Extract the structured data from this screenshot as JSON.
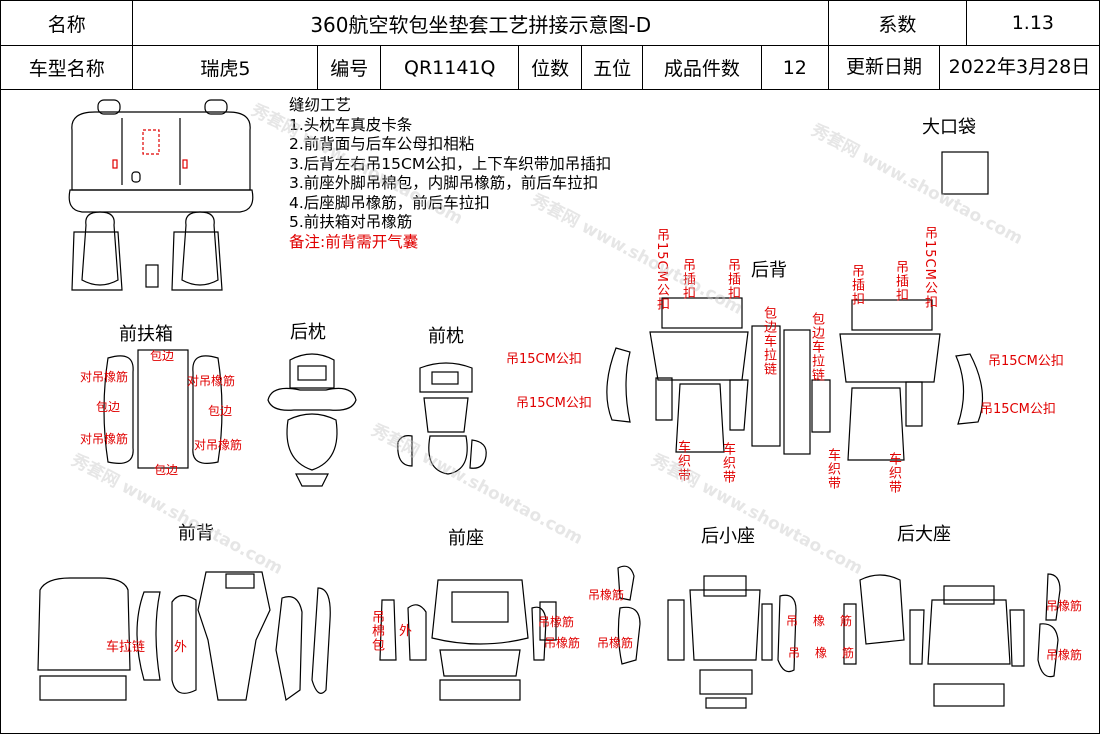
{
  "header": {
    "name_label": "名称",
    "title": "360航空软包坐垫套工艺拼接示意图-D",
    "coef_label": "系数",
    "coef_value": "1.13",
    "model_label": "车型名称",
    "model_value": "瑞虎5",
    "code_label": "编号",
    "code_value": "QR1141Q",
    "seat_label": "位数",
    "seat_value": "五位",
    "pieces_label": "成品件数",
    "pieces_value": "12",
    "date_label": "更新日期",
    "date_value": "2022年3月28日"
  },
  "craft": {
    "title": "缝纫工艺",
    "steps": [
      "1.头枕车真皮卡条",
      "2.前背面与后车公母扣相粘",
      "3.后背左右吊15CM公扣，上下车织带加吊插扣",
      "3.前座外脚吊棉包，内脚吊橡筋，前后车拉扣",
      "4.后座脚吊橡筋，前后车拉扣",
      "5.前扶箱对吊橡筋"
    ],
    "remark": "备注:前背需开气囊"
  },
  "sections": {
    "big_bag": "大口袋",
    "rear_back": "后背",
    "front_armrest": "前扶箱",
    "rear_pillow": "后枕",
    "front_pillow": "前枕",
    "front_back": "前背",
    "front_seat": "前座",
    "rear_small_seat": "后小座",
    "rear_big_seat": "后大座"
  },
  "notes": {
    "hang_15cm": "吊15CM公扣",
    "hang_buckle": "吊插扣",
    "hang_15cm_short": "吊15CM公扣",
    "edge_zipper": "包边车拉链",
    "webbing": "车织带",
    "edge": "包边",
    "pair_elastic": "对吊橡筋",
    "zipper": "车拉链",
    "outer": "外",
    "cotton": "吊棉包",
    "inner": "外",
    "elastic": "吊橡筋",
    "elastic_a": "吊",
    "elastic_b": "橡",
    "elastic_c": "筋"
  },
  "watermark": "秀套网 www.showtao.com"
}
